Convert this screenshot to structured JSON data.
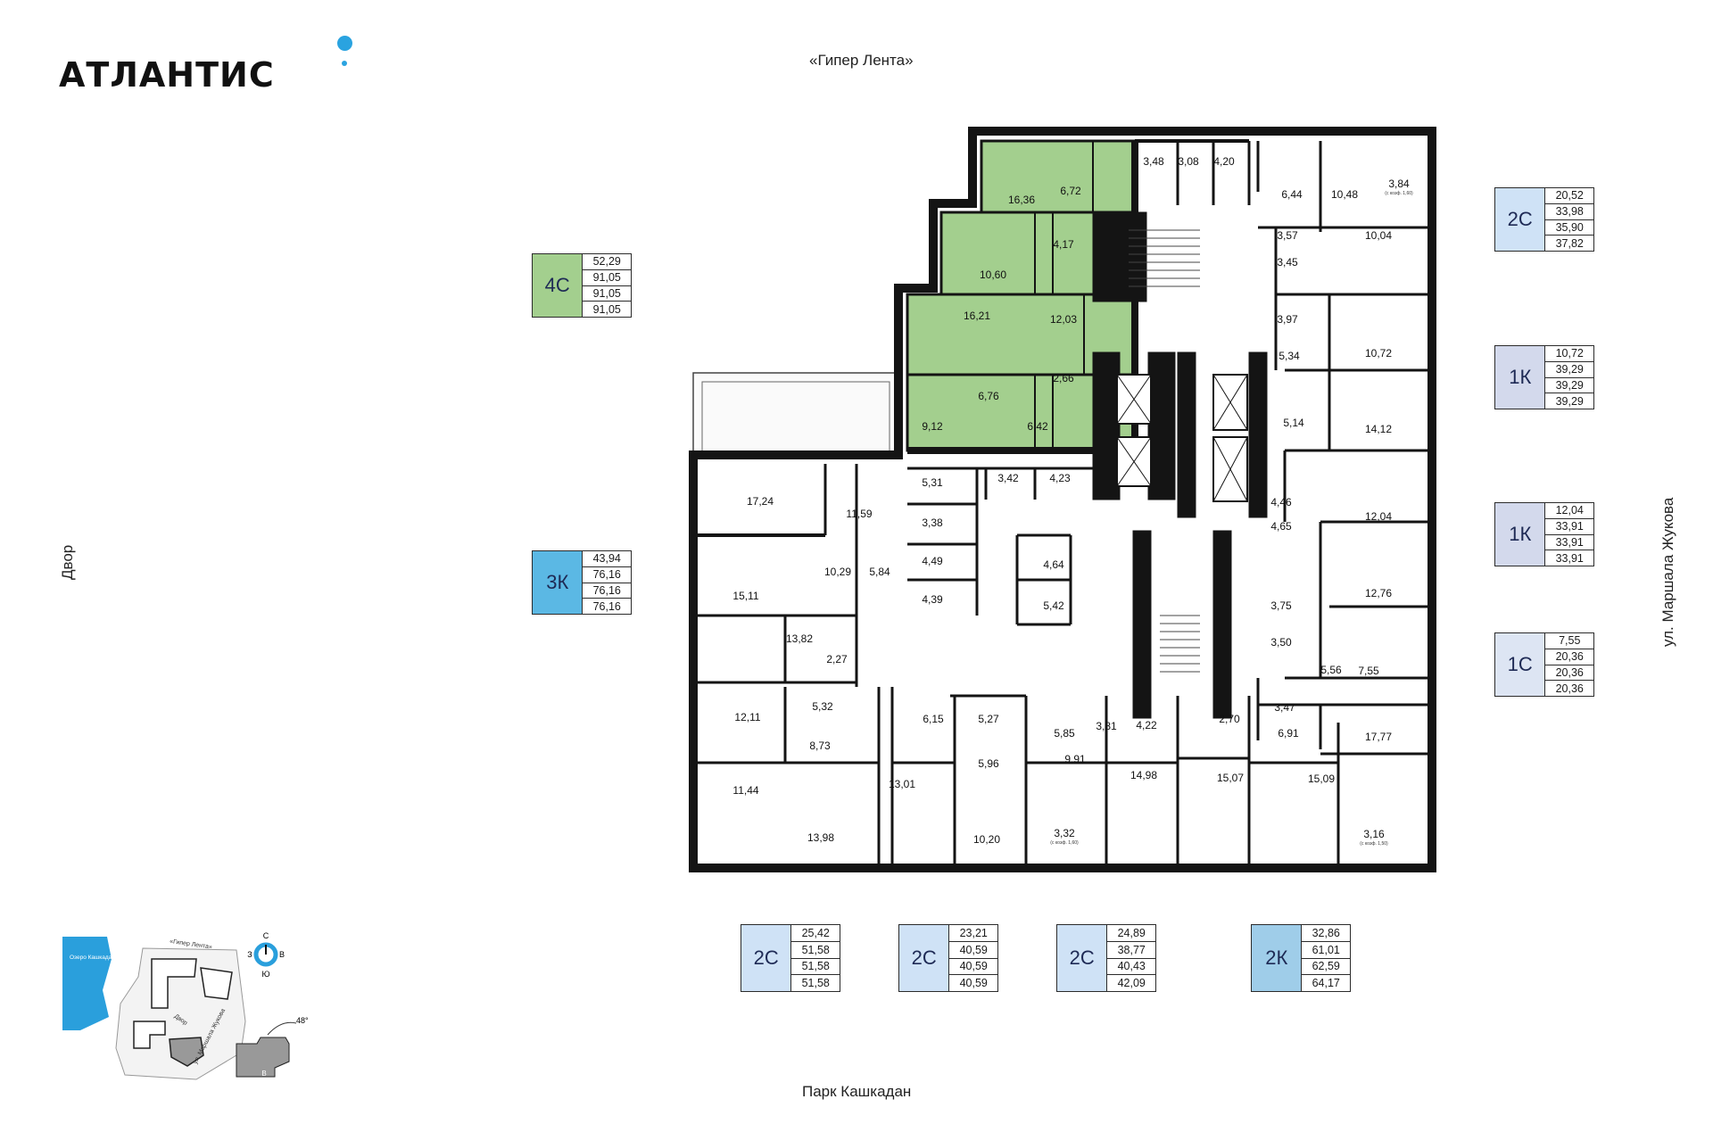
{
  "brand": {
    "name": "АТЛАНТИС"
  },
  "context": {
    "top": "«Гипер Лента»",
    "bottom": "Парк Кашкадан",
    "left": "Двор",
    "right": "ул. Маршала Жукова"
  },
  "colors": {
    "selected": "#a3cf8e",
    "k3": "#5bb8e4",
    "k2": "#9fcde9",
    "c2": "#cfe2f6",
    "k1": "#d3d9ec",
    "c1": "#dde5f3",
    "wall": "#141414"
  },
  "cards": [
    {
      "code": "4С",
      "values": [
        "52,29",
        "91,05",
        "91,05",
        "91,05"
      ],
      "color": "#a3cf8e"
    },
    {
      "code": "3К",
      "values": [
        "43,94",
        "76,16",
        "76,16",
        "76,16"
      ],
      "color": "#5bb8e4"
    },
    {
      "code": "2С",
      "values": [
        "20,52",
        "33,98",
        "35,90",
        "37,82"
      ],
      "color": "#cfe2f6"
    },
    {
      "code": "1К",
      "values": [
        "10,72",
        "39,29",
        "39,29",
        "39,29"
      ],
      "color": "#d3d9ec"
    },
    {
      "code": "1К",
      "values": [
        "12,04",
        "33,91",
        "33,91",
        "33,91"
      ],
      "color": "#d3d9ec"
    },
    {
      "code": "1С",
      "values": [
        "7,55",
        "20,36",
        "20,36",
        "20,36"
      ],
      "color": "#dde5f3"
    },
    {
      "code": "2С",
      "values": [
        "25,42",
        "51,58",
        "51,58",
        "51,58"
      ],
      "color": "#cfe2f6"
    },
    {
      "code": "2С",
      "values": [
        "23,21",
        "40,59",
        "40,59",
        "40,59"
      ],
      "color": "#cfe2f6"
    },
    {
      "code": "2С",
      "values": [
        "24,89",
        "38,77",
        "40,43",
        "42,09"
      ],
      "color": "#cfe2f6"
    },
    {
      "code": "2К",
      "values": [
        "32,86",
        "61,01",
        "62,59",
        "64,17"
      ],
      "color": "#9fcde9"
    }
  ],
  "rooms": [
    "16,36",
    "6,72",
    "10,60",
    "4,17",
    "16,21",
    "12,03",
    "2,66",
    "9,12",
    "6,76",
    "6,42",
    "3,48",
    "3,08",
    "4,20",
    "6,44",
    "10,48",
    "3,84",
    "3,57",
    "10,04",
    "3,45",
    "3,97",
    "10,72",
    "5,34",
    "5,14",
    "14,12",
    "5,31",
    "3,42",
    "4,23",
    "17,24",
    "11,59",
    "3,38",
    "4,46",
    "12,04",
    "4,65",
    "15,11",
    "10,29",
    "5,84",
    "4,49",
    "4,64",
    "12,76",
    "4,39",
    "5,42",
    "3,75",
    "13,82",
    "3,50",
    "2,27",
    "5,56",
    "7,55",
    "3,47",
    "12,11",
    "5,32",
    "6,15",
    "5,27",
    "5,85",
    "3,81",
    "4,22",
    "2,70",
    "6,91",
    "17,77",
    "8,73",
    "9,91",
    "5,96",
    "13,01",
    "14,98",
    "15,07",
    "15,09",
    "11,44",
    "13,98",
    "10,20",
    "3,32",
    "3,16"
  ],
  "room_notes": [
    "(с коэф. 1,60)",
    "(с коэф. 1,60)",
    "(с коэф. 1,50)"
  ],
  "minimap": {
    "lake": "Озеро Кашкадан",
    "road1": "«Гипер Лента»",
    "yard": "Двор",
    "road2": "ул. Маршала Жукова",
    "compass": {
      "n": "С",
      "s": "Ю",
      "w": "З",
      "e": "В"
    },
    "angle": "48°",
    "section": "В"
  }
}
